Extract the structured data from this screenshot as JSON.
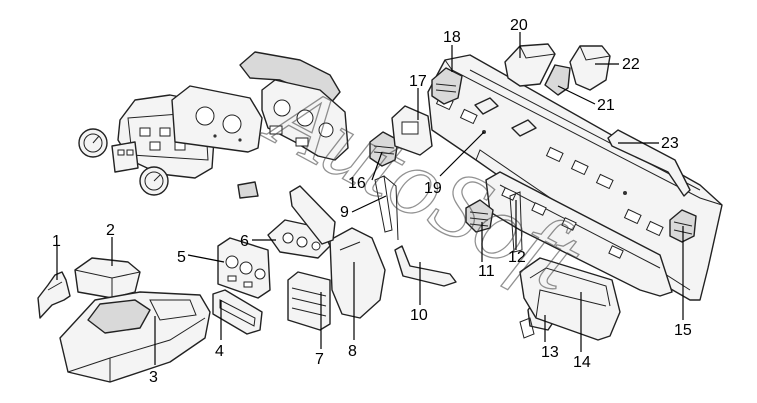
{
  "diagram": {
    "callouts": [
      {
        "id": "1",
        "label": "1"
      },
      {
        "id": "2",
        "label": "2"
      },
      {
        "id": "3",
        "label": "3"
      },
      {
        "id": "4",
        "label": "4"
      },
      {
        "id": "5",
        "label": "5"
      },
      {
        "id": "6",
        "label": "6"
      },
      {
        "id": "7",
        "label": "7"
      },
      {
        "id": "8",
        "label": "8"
      },
      {
        "id": "9",
        "label": "9"
      },
      {
        "id": "10",
        "label": "10"
      },
      {
        "id": "11",
        "label": "11"
      },
      {
        "id": "12",
        "label": "12"
      },
      {
        "id": "13",
        "label": "13"
      },
      {
        "id": "14",
        "label": "14"
      },
      {
        "id": "15",
        "label": "15"
      },
      {
        "id": "16",
        "label": "16"
      },
      {
        "id": "17",
        "label": "17"
      },
      {
        "id": "18",
        "label": "18"
      },
      {
        "id": "19",
        "label": "19"
      },
      {
        "id": "20",
        "label": "20"
      },
      {
        "id": "21",
        "label": "21"
      },
      {
        "id": "22",
        "label": "22"
      },
      {
        "id": "23",
        "label": "23"
      }
    ],
    "watermark": "AutoSoft"
  }
}
